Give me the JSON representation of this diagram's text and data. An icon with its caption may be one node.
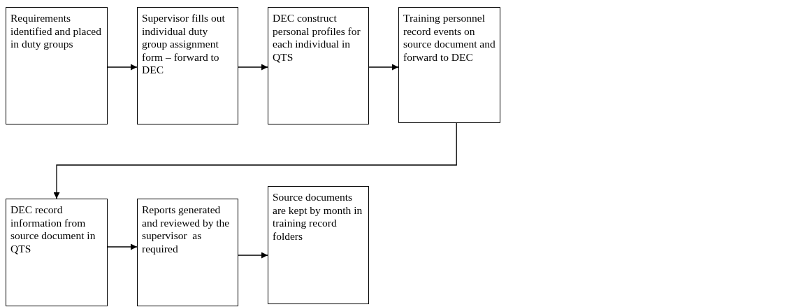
{
  "diagram": {
    "nodes": [
      {
        "text": [
          "Requirements identified and placed in duty groups"
        ]
      },
      {
        "text": [
          "Supervisor fills out individual duty group assignment form – forward to DEC"
        ]
      },
      {
        "text": [
          "DEC construct personal profiles for each individual in QTS"
        ]
      },
      {
        "text": [
          "Training personnel record events on source document and forward to DEC"
        ]
      },
      {
        "text": [
          "DEC record information from source document in QTS"
        ]
      },
      {
        "text": [
          "Reports generated and reviewed by the supervisor  as required"
        ]
      },
      {
        "text": [
          "Source documents are kept by month in training record folders"
        ]
      }
    ],
    "edges": [
      {
        "from": 0,
        "to": 1,
        "arrow": "to"
      },
      {
        "from": 1,
        "to": 2,
        "arrow": "to"
      },
      {
        "from": 2,
        "to": 3,
        "arrow": "to"
      },
      {
        "from": 3,
        "to": 4,
        "arrow": "to"
      },
      {
        "from": 4,
        "to": 5,
        "arrow": "to"
      },
      {
        "from": 5,
        "to": 6,
        "arrow": "to"
      }
    ]
  }
}
